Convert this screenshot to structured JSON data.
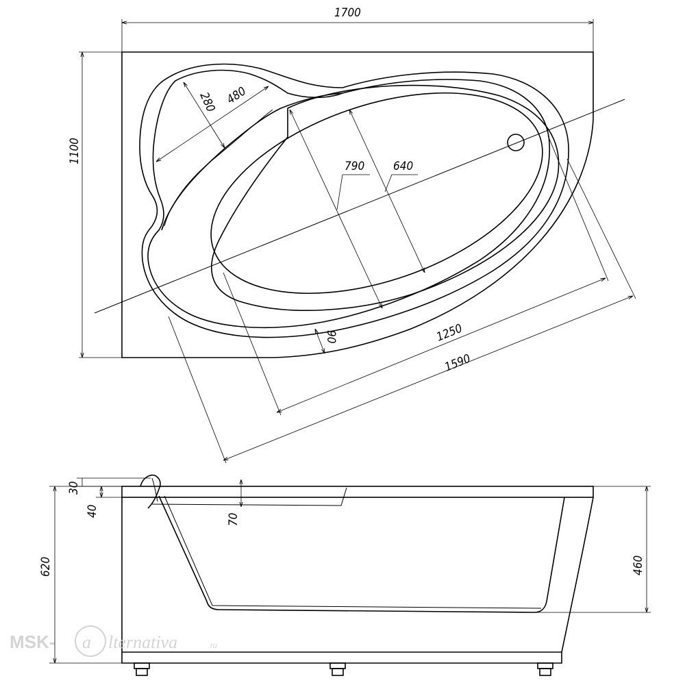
{
  "dimensions": {
    "top_width": "1700",
    "top_height": "1100",
    "seat_280": "280",
    "seat_480": "480",
    "inner_790": "790",
    "inner_640": "640",
    "rim_90": "90",
    "inner_length": "1250",
    "outer_length": "1590",
    "side_30": "30",
    "side_40": "40",
    "side_70": "70",
    "side_total": "620",
    "side_depth": "460"
  },
  "watermark": {
    "prefix": "MSK-",
    "letter": "a",
    "suffix": "lternativa",
    "tld": ".ru"
  },
  "colors": {
    "line": "#000000",
    "watermark": "#d4d4d4"
  }
}
